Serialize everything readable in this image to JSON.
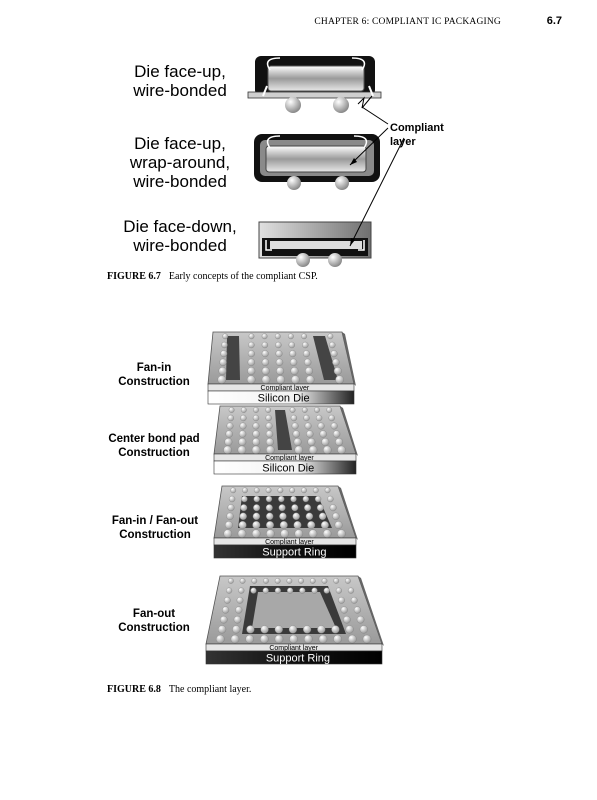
{
  "header": {
    "chapter": "CHAPTER 6: COMPLIANT IC PACKAGING",
    "page": "6.7"
  },
  "figure67": {
    "labels": [
      [
        "Die face-up,",
        "wire-bonded"
      ],
      [
        "Die face-up,",
        "wrap-around,",
        "wire-bonded"
      ],
      [
        "Die face-down,",
        "wire-bonded"
      ]
    ],
    "callout": "Compliant layer",
    "caption_num": "FIGURE 6.7",
    "caption_text": "Early concepts of the compliant CSP."
  },
  "figure68": {
    "labels": [
      [
        "Fan-in",
        "Construction"
      ],
      [
        "Center bond pad",
        "Construction"
      ],
      [
        "Fan-in / Fan-out",
        "Construction"
      ],
      [
        "Fan-out",
        "Construction"
      ]
    ],
    "layers": [
      {
        "top": "Compliant layer",
        "bottom": "Silicon Die"
      },
      {
        "top": "Compliant layer",
        "bottom": "Silicon Die"
      },
      {
        "top": "Compliant layer",
        "bottom": "Support Ring"
      },
      {
        "top": "Compliant layer",
        "bottom": "Support Ring"
      }
    ],
    "caption_num": "FIGURE 6.8",
    "caption_text": "The compliant layer."
  }
}
